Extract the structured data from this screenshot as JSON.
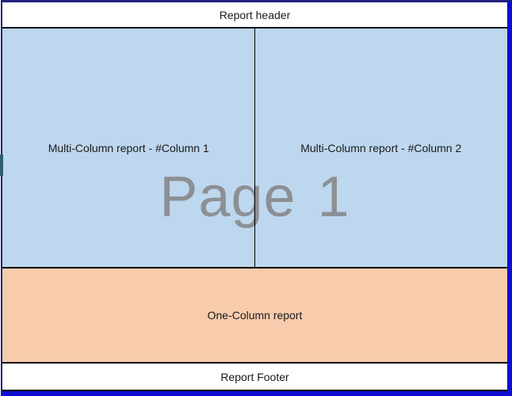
{
  "report_preview": {
    "header": {
      "label": "Report header"
    },
    "multi_column": {
      "columns": [
        {
          "label": "Multi-Column report - #Column 1"
        },
        {
          "label": "Multi-Column report - #Column 2"
        }
      ]
    },
    "one_column": {
      "label": "One-Column report"
    },
    "footer": {
      "label": "Report Footer"
    },
    "watermark": {
      "label": "Page 1"
    }
  },
  "colors": {
    "multi_column_band_bg": "#BDD7EE",
    "one_column_band_bg": "#F8CBAD",
    "header_footer_band_bg": "#FFFFFF",
    "watermark_text": "#8C9094",
    "label_text": "#1A1A1A",
    "band_separator": "#000000",
    "frame_border_dark_navy": "#20207E",
    "frame_border_bright_blue": "#0D0DD3",
    "edge_marker": "#2D5F6B"
  }
}
